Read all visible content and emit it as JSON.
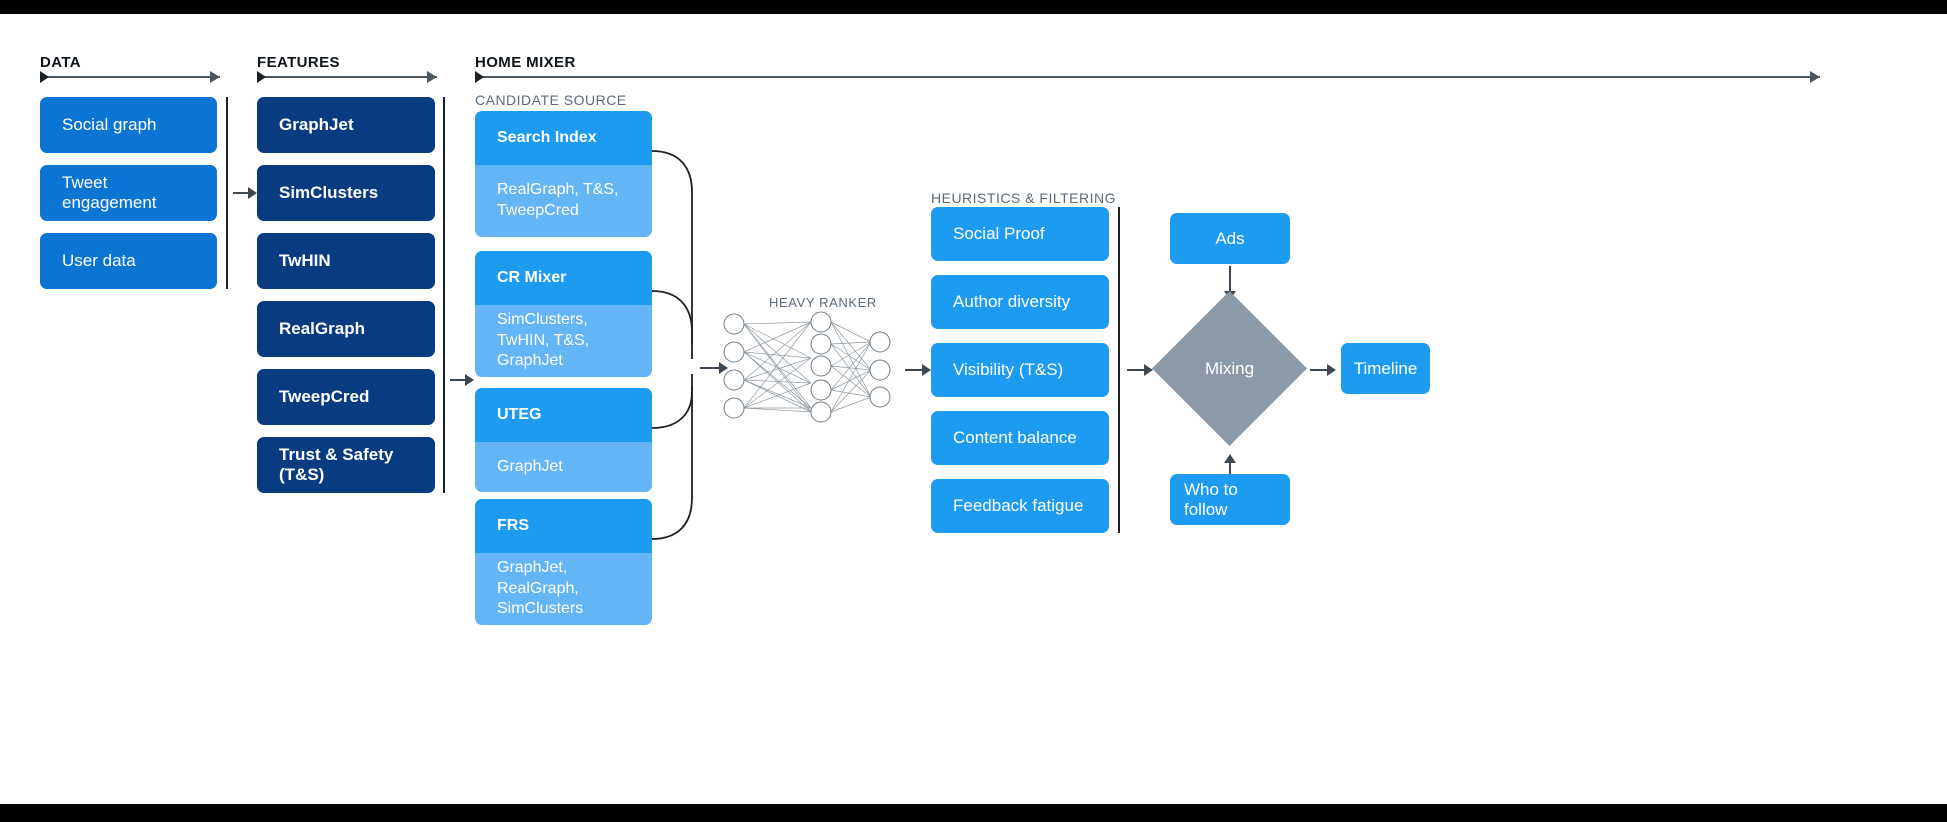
{
  "columns": {
    "data": {
      "title": "DATA",
      "items": [
        {
          "label": "Social graph"
        },
        {
          "label": "Tweet engagement"
        },
        {
          "label": "User data"
        }
      ]
    },
    "features": {
      "title": "FEATURES",
      "items": [
        {
          "label": "GraphJet"
        },
        {
          "label": "SimClusters"
        },
        {
          "label": "TwHIN"
        },
        {
          "label": "RealGraph"
        },
        {
          "label": "TweepCred"
        },
        {
          "label": "Trust & Safety (T&S)"
        }
      ]
    },
    "home_mixer": {
      "title": "HOME MIXER",
      "candidate_source": {
        "title": "CANDIDATE SOURCE",
        "items": [
          {
            "name": "Search Index",
            "features": "RealGraph, T&S, TweepCred"
          },
          {
            "name": "CR Mixer",
            "features": "SimClusters, TwHIN, T&S, GraphJet"
          },
          {
            "name": "UTEG",
            "features": "GraphJet"
          },
          {
            "name": "FRS",
            "features": "GraphJet, RealGraph, SimClusters"
          }
        ]
      },
      "heavy_ranker": {
        "title": "HEAVY RANKER",
        "layers": [
          4,
          5,
          3
        ]
      },
      "heuristics": {
        "title": "HEURISTICS & FILTERING",
        "items": [
          {
            "label": "Social Proof"
          },
          {
            "label": "Author diversity"
          },
          {
            "label": "Visibility (T&S)"
          },
          {
            "label": "Content balance"
          },
          {
            "label": "Feedback fatigue"
          }
        ]
      },
      "mixing": {
        "ads_label": "Ads",
        "mixing_label": "Mixing",
        "who_to_follow_label": "Who to follow",
        "timeline_label": "Timeline"
      }
    }
  },
  "colors": {
    "data_blue": "#0c75d4",
    "feature_navy": "#083b7f",
    "candidate_head": "#1d9bf0",
    "candidate_body": "#64b5f6",
    "heuristic_blue": "#1d9bf0",
    "mixing_gray": "#8b9aa8",
    "arrow_gray": "#3d4852",
    "title_dark": "#0f1419",
    "subtitle_gray": "#5b6b79"
  }
}
